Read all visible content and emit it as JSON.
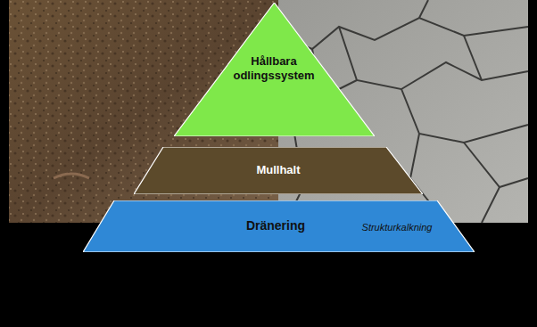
{
  "diagram": {
    "nodes": [
      {
        "text": [
          "Hållbara odlingssystem"
        ]
      },
      {
        "text": [
          "Mullhalt"
        ]
      },
      {
        "text": [
          "Dränering",
          "Strukturkalkning"
        ]
      }
    ]
  }
}
